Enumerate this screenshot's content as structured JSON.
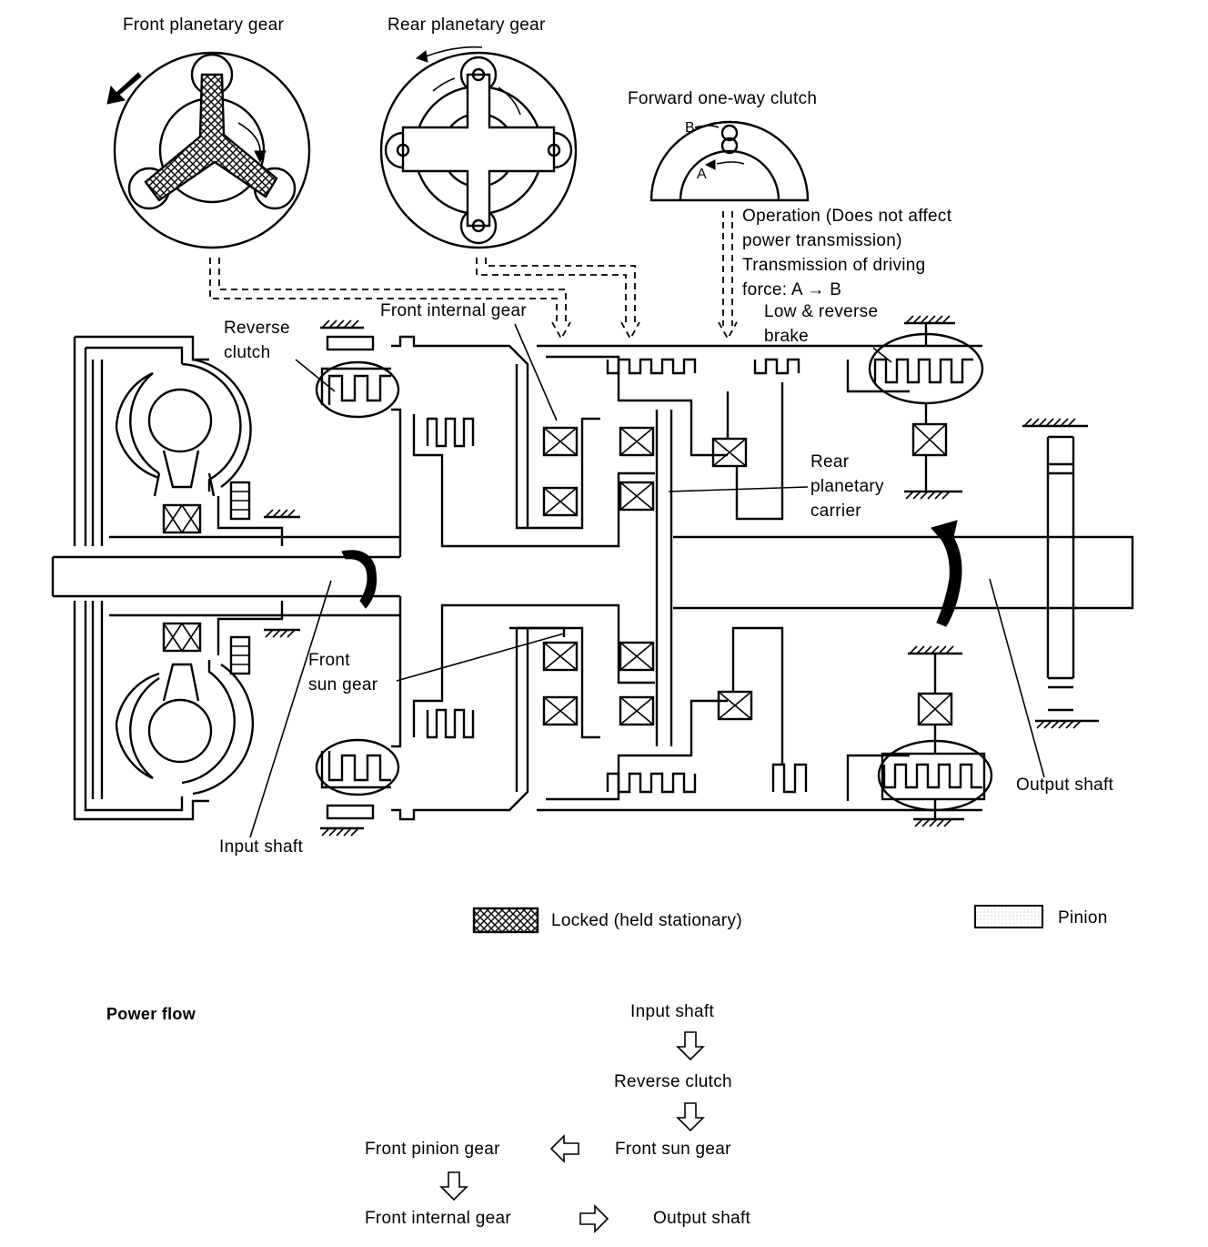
{
  "labels": {
    "front_planetary_gear": "Front planetary gear",
    "rear_planetary_gear": "Rear planetary gear",
    "forward_one_way_clutch": "Forward one-way clutch",
    "point_a": "A",
    "point_b": "B",
    "operation_note": [
      "Operation (Does not affect",
      "power transmission)",
      "Transmission of driving",
      "force: A → B"
    ],
    "low_reverse_brake": [
      "Low & reverse",
      "brake"
    ],
    "front_internal_gear": "Front internal gear",
    "reverse_clutch": [
      "Reverse",
      "clutch"
    ],
    "rear_planetary_carrier": [
      "Rear",
      "planetary",
      "carrier"
    ],
    "front_sun_gear": [
      "Front",
      "sun gear"
    ],
    "input_shaft": "Input shaft",
    "output_shaft": "Output shaft"
  },
  "legend": {
    "locked": "Locked (held stationary)",
    "pinion": "Pinion"
  },
  "power_flow": {
    "title": "Power flow",
    "input_shaft": "Input shaft",
    "reverse_clutch": "Reverse clutch",
    "front_sun_gear": "Front sun gear",
    "front_pinion_gear": "Front pinion gear",
    "front_internal_gear": "Front internal gear",
    "output_shaft": "Output shaft"
  }
}
